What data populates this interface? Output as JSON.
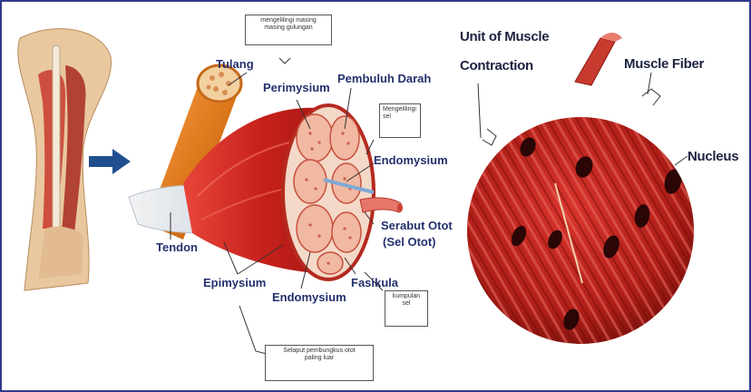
{
  "colors": {
    "frame": "#2f3a8a",
    "label_text": "#24306e",
    "muscle_red": "#c8211c",
    "bone_orange": "#e07a1e",
    "fiber_red": "#b4201a",
    "arrow_blue": "#1f4f8f"
  },
  "labels": {
    "tulang": "Tulang",
    "perimysium": "Perimysium",
    "pembuluh_darah": "Pembuluh Darah",
    "endomysium_right": "Endomysium",
    "serabut_otot": "Serabut Otot",
    "sel_otot": "(Sel Otot)",
    "tendon": "Tendon",
    "epimysium": "Epimysium",
    "endomysium_bottom": "Endomysium",
    "fasikula": "Fasikula",
    "unit_line1": "Unit of Muscle",
    "unit_line2": "Contraction",
    "muscle_fiber": "Muscle Fiber",
    "nucleus": "Nucleus"
  },
  "callouts": {
    "perimysium_note_line1": "mengelilingi masing",
    "perimysium_note_line2": "masing gulungan",
    "endomysium_note_line1": "Mengelilingi",
    "endomysium_note_line2": "sel",
    "fasikula_note_line1": "kumpulan",
    "fasikula_note_line2": "sel",
    "epimysium_note_line1": "Selaput pembungkus otot",
    "epimysium_note_line2": "paling luar"
  },
  "icons": {
    "arrow": "right-arrow-icon",
    "arm": "arm-illustration",
    "muscle_bundle": "muscle-cross-section-illustration",
    "muscle_fiber_circle": "muscle-fiber-magnified-illustration"
  }
}
